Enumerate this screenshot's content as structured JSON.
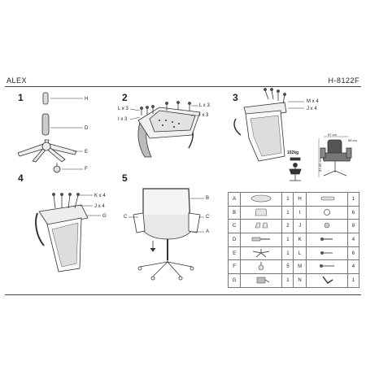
{
  "header": {
    "title_left": "ALEX",
    "title_right": "H-8122F"
  },
  "steps": [
    {
      "number": "1",
      "labels": [
        "H",
        "D",
        "E",
        "F"
      ]
    },
    {
      "number": "2",
      "labels": [
        "L x 3",
        "I x 3",
        "L x 3",
        "I x 3"
      ]
    },
    {
      "number": "3",
      "labels": [
        "M x 4",
        "J x 4"
      ]
    },
    {
      "number": "4",
      "labels": [
        "K x 4",
        "J x 4",
        "G"
      ]
    },
    {
      "number": "5",
      "labels": [
        "B",
        "C",
        "C",
        "A"
      ]
    }
  ],
  "weight_label": "102kg",
  "dimensions": {
    "width": "57 cm",
    "depth": "56 cm",
    "height": "87-99 cm"
  },
  "parts": [
    {
      "left_letter": "A",
      "left_qty": "1",
      "right_letter": "H",
      "right_qty": "1"
    },
    {
      "left_letter": "B",
      "left_qty": "1",
      "right_letter": "I",
      "right_qty": "6"
    },
    {
      "left_letter": "C",
      "left_qty": "2",
      "right_letter": "J",
      "right_qty": "8"
    },
    {
      "left_letter": "D",
      "left_qty": "1",
      "right_letter": "K",
      "right_qty": "4"
    },
    {
      "left_letter": "E",
      "left_qty": "1",
      "right_letter": "L",
      "right_qty": "6"
    },
    {
      "left_letter": "F",
      "left_qty": "5",
      "right_letter": "M",
      "right_qty": "4"
    },
    {
      "left_letter": "G",
      "left_qty": "1",
      "right_letter": "N",
      "right_qty": "1"
    }
  ]
}
